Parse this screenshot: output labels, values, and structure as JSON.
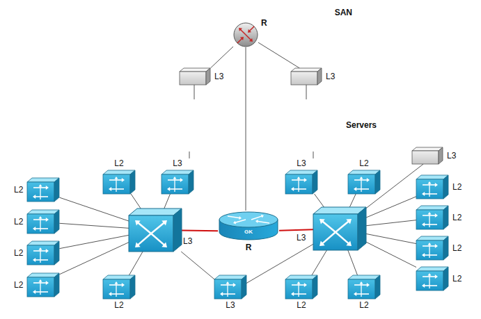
{
  "diagram": {
    "nodes": [
      {
        "text": [
          "SAN"
        ]
      },
      {
        "text": [
          "R"
        ],
        "in": 0
      },
      {
        "text": [
          "L3"
        ],
        "in": 0
      },
      {
        "text": [
          "L3"
        ],
        "in": 0
      },
      {
        "text": [
          "Servers"
        ]
      },
      {
        "text": [
          "L2"
        ]
      },
      {
        "text": [
          "L3"
        ]
      },
      {
        "text": [
          "L3"
        ]
      },
      {
        "text": [
          "L2"
        ]
      },
      {
        "text": [
          "L3"
        ]
      },
      {
        "text": [
          "L2"
        ]
      },
      {
        "text": [
          "L2"
        ]
      },
      {
        "text": [
          "L2"
        ]
      },
      {
        "text": [
          "L3"
        ]
      },
      {
        "text": [
          "GK",
          "R"
        ]
      },
      {
        "text": [
          "L3"
        ]
      },
      {
        "text": [
          "L2"
        ]
      },
      {
        "text": [
          "L2"
        ]
      },
      {
        "text": [
          "L2"
        ]
      },
      {
        "text": [
          "L2"
        ]
      },
      {
        "text": [
          "L2"
        ]
      },
      {
        "text": [
          "L2"
        ]
      },
      {
        "text": [
          "L3"
        ]
      },
      {
        "text": [
          "L2"
        ]
      },
      {
        "text": [
          "L2"
        ]
      }
    ],
    "edges": [
      {
        "from": 1,
        "to": 2,
        "arrow": "none"
      },
      {
        "from": 1,
        "to": 3,
        "arrow": "none"
      },
      {
        "from": 2,
        "to": 4,
        "arrow": "none"
      },
      {
        "from": 3,
        "to": 4,
        "arrow": "none"
      },
      {
        "from": 4,
        "to": 6,
        "arrow": "none"
      },
      {
        "from": 4,
        "to": 7,
        "arrow": "none"
      },
      {
        "from": 1,
        "to": 14,
        "arrow": "none"
      },
      {
        "from": 13,
        "to": 10,
        "arrow": "none"
      },
      {
        "from": 13,
        "to": 12,
        "arrow": "none"
      },
      {
        "from": 13,
        "to": 17,
        "arrow": "none"
      },
      {
        "from": 13,
        "to": 19,
        "arrow": "none"
      },
      {
        "from": 13,
        "to": 5,
        "arrow": "none"
      },
      {
        "from": 13,
        "to": 6,
        "arrow": "none"
      },
      {
        "from": 13,
        "to": 21,
        "arrow": "none"
      },
      {
        "from": 13,
        "to": 22,
        "arrow": "none"
      },
      {
        "from": 13,
        "to": 14,
        "arrow": "none"
      },
      {
        "from": 14,
        "to": 15,
        "arrow": "none"
      },
      {
        "from": 15,
        "to": 7,
        "arrow": "none"
      },
      {
        "from": 15,
        "to": 8,
        "arrow": "none"
      },
      {
        "from": 15,
        "to": 9,
        "arrow": "none"
      },
      {
        "from": 15,
        "to": 11,
        "arrow": "none"
      },
      {
        "from": 15,
        "to": 16,
        "arrow": "none"
      },
      {
        "from": 15,
        "to": 18,
        "arrow": "none"
      },
      {
        "from": 15,
        "to": 20,
        "arrow": "none"
      },
      {
        "from": 15,
        "to": 22,
        "arrow": "none"
      },
      {
        "from": 15,
        "to": 23,
        "arrow": "none"
      },
      {
        "from": 15,
        "to": 24,
        "arrow": "none"
      }
    ]
  }
}
